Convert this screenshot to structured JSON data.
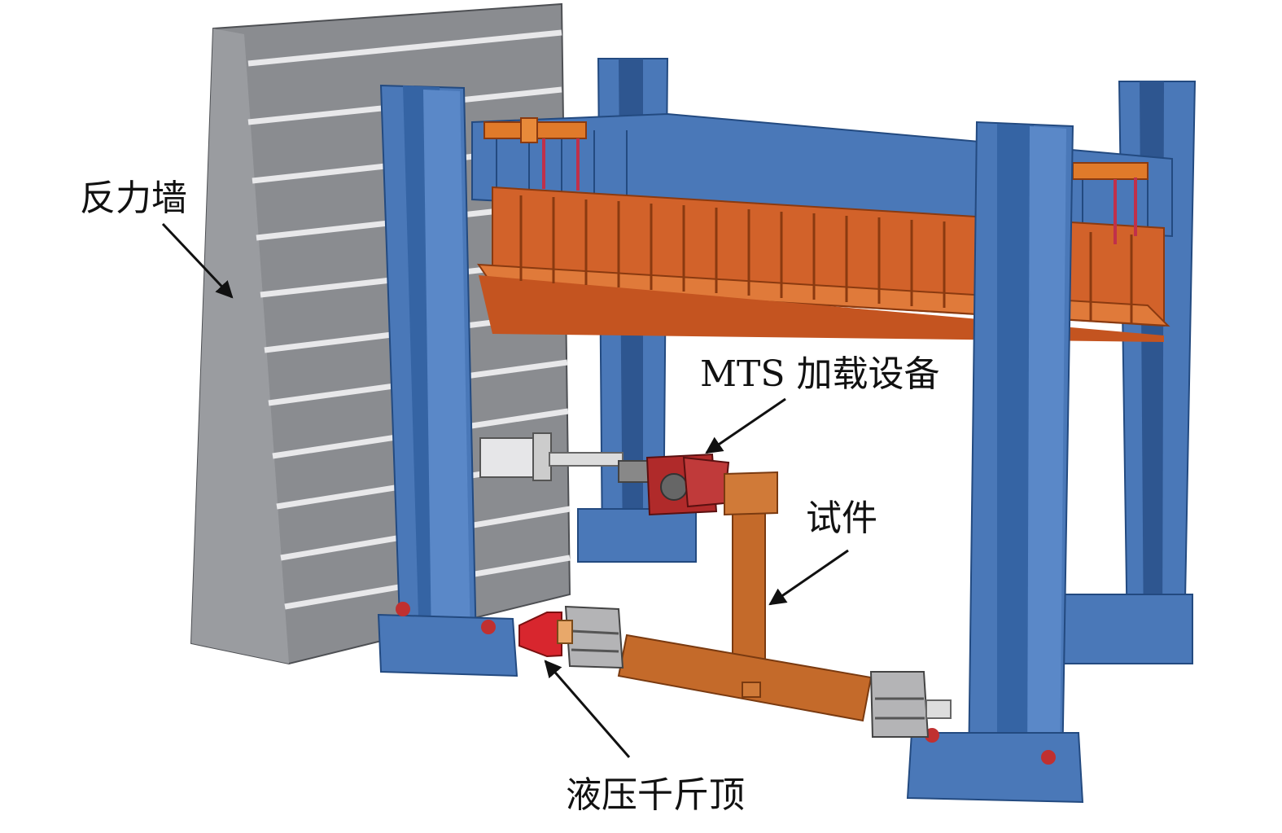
{
  "labels": {
    "reaction_wall": "反力墙",
    "mts_loading": "MTS 加载设备",
    "specimen": "试件",
    "hydraulic_jack": "液压千斤顶"
  },
  "colors": {
    "wall_light": "#8a8c90",
    "wall_dark": "#5e6064",
    "column_blue": "#4a78b8",
    "column_dark": "#2e5690",
    "beam_orange": "#d2622a",
    "beam_dark": "#a54616",
    "specimen_brown": "#c46a2a",
    "actuator_red": "#b02a2a",
    "jack_red": "#d8262e",
    "arrow": "#111111"
  }
}
